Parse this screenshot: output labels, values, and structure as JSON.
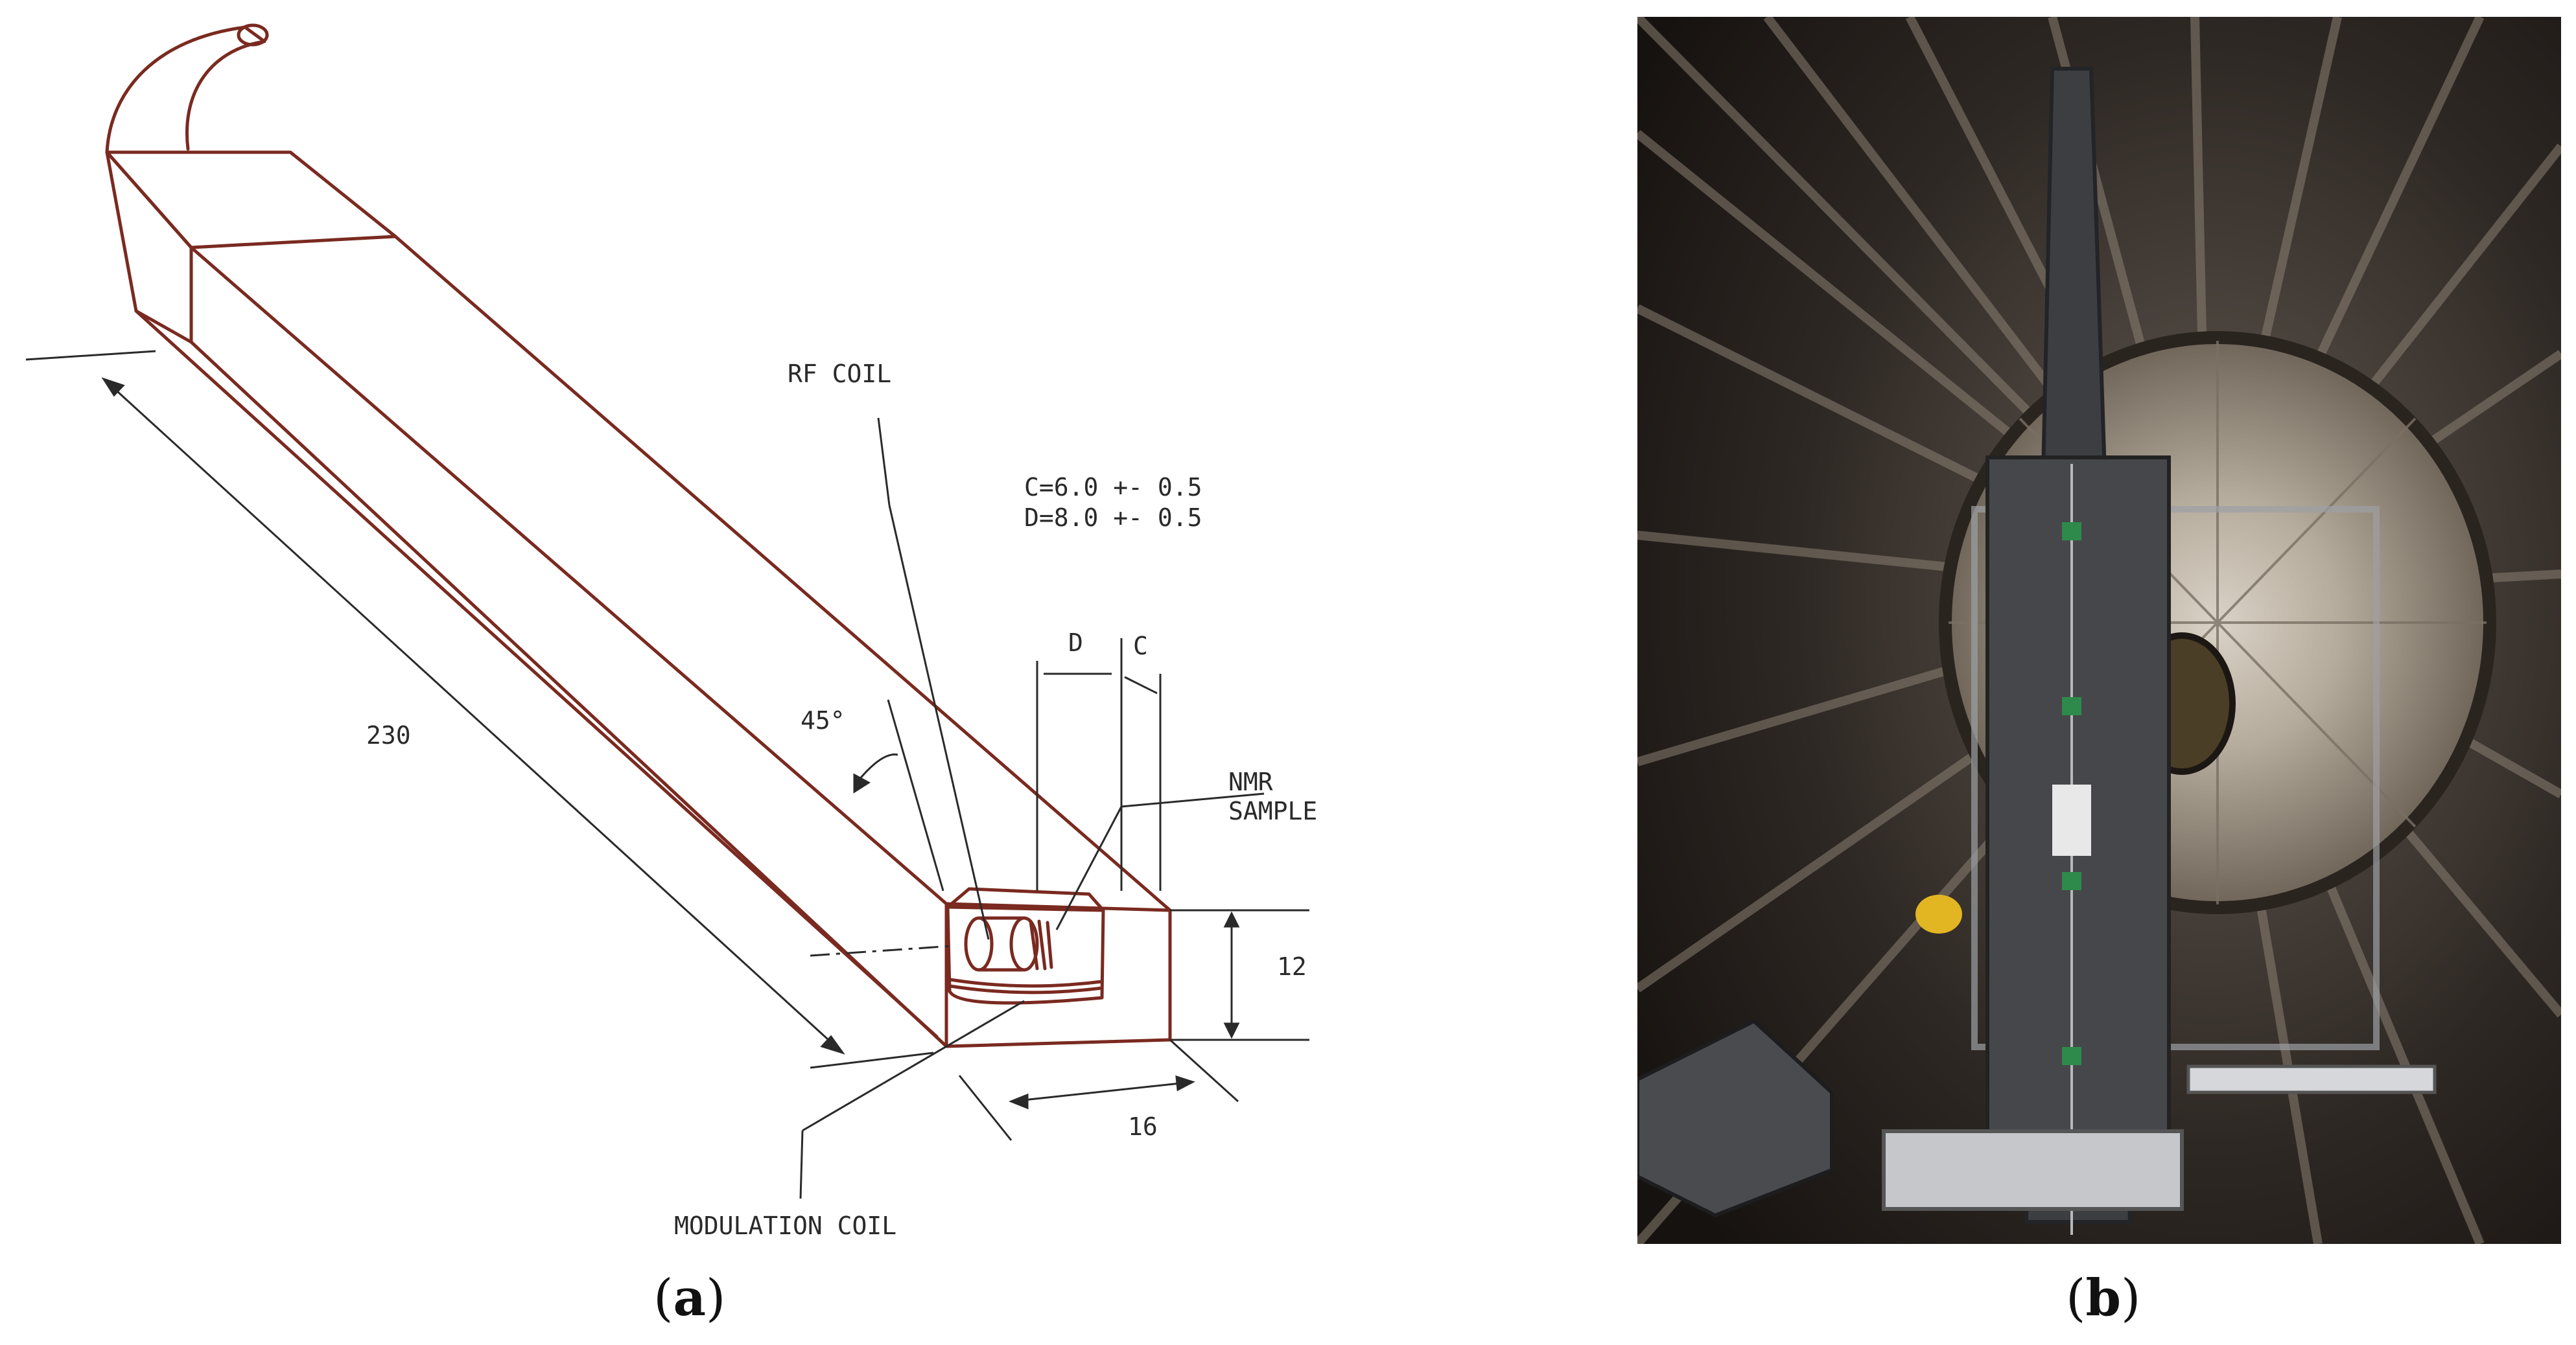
{
  "panel_a": {
    "labels": {
      "rf_coil": "RF COIL",
      "c_value": "C=6.0  +-  0.5",
      "d_value": "D=8.0  +-  0.5",
      "d": "D",
      "c": "C",
      "angle": "45°",
      "nmr_line1": "NMR",
      "nmr_line2": "SAMPLE",
      "length": "230",
      "height": "12",
      "width": "16",
      "modulation_coil": "MODULATION COIL"
    },
    "colors": {
      "line": "#7a2a20",
      "text": "#2a2a2a"
    }
  },
  "panel_b": {
    "colors": {
      "background": "#2b2622",
      "metal": "#8a7f72",
      "panel": "#3d3e42"
    }
  },
  "captions": {
    "a_open": "(",
    "a_letter": "a",
    "a_close": ")",
    "b_open": "(",
    "b_letter": "b",
    "b_close": ")"
  }
}
